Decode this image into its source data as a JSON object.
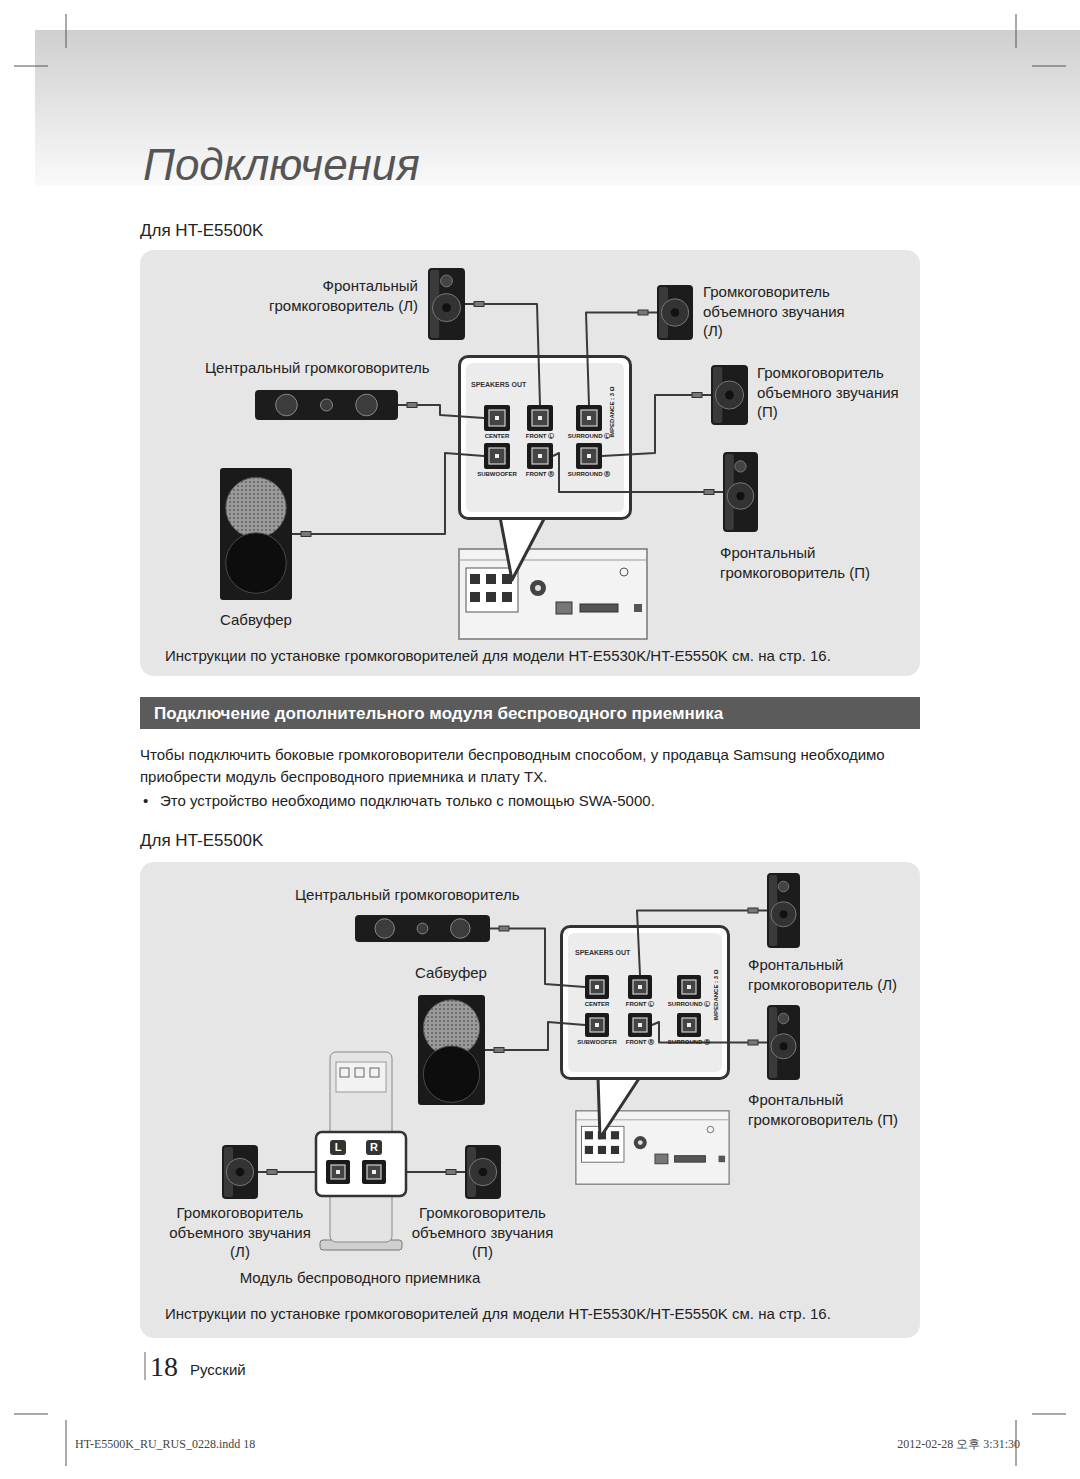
{
  "diagram": {
    "title": "Подключения",
    "nodes": [
      {
        "text": [
          "Фронтальный громкоговоритель (Л)"
        ]
      },
      {
        "text": [
          "Центральный громкоговоритель"
        ]
      },
      {
        "text": [
          "Сабвуфер"
        ]
      },
      {
        "text": [
          "Громкоговоритель объемного звучания (Л)"
        ]
      },
      {
        "text": [
          "Громкоговоритель объемного звучания (П)"
        ]
      },
      {
        "text": [
          "Фронтальный громкоговоритель (П)"
        ]
      },
      {
        "text": [
          "SPEAKERS OUT"
        ]
      },
      {
        "text": [
          "CENTER"
        ],
        "in": 6
      },
      {
        "text": [
          "FRONT Ⓛ"
        ],
        "in": 6
      },
      {
        "text": [
          "SURROUND Ⓛ"
        ],
        "in": 6
      },
      {
        "text": [
          "SUBWOOFER"
        ],
        "in": 6
      },
      {
        "text": [
          "FRONT Ⓡ"
        ],
        "in": 6
      },
      {
        "text": [
          "SURROUND Ⓡ"
        ],
        "in": 6
      },
      {
        "text": [
          "Подключение дополнительного модуля беспроводного приемника"
        ]
      },
      {
        "text": [
          "Центральный громкоговоритель"
        ]
      },
      {
        "text": [
          "Сабвуфер"
        ]
      },
      {
        "text": [
          "Фронтальный громкоговоритель (Л)"
        ]
      },
      {
        "text": [
          "Фронтальный громкоговоритель (П)"
        ]
      },
      {
        "text": [
          "SPEAKERS OUT"
        ]
      },
      {
        "text": [
          "CENTER"
        ],
        "in": 18
      },
      {
        "text": [
          "FRONT Ⓛ"
        ],
        "in": 18
      },
      {
        "text": [
          "SURROUND Ⓛ"
        ],
        "in": 18
      },
      {
        "text": [
          "SUBWOOFER"
        ],
        "in": 18
      },
      {
        "text": [
          "FRONT Ⓡ"
        ],
        "in": 18
      },
      {
        "text": [
          "SURROUND Ⓡ"
        ],
        "in": 18
      },
      {
        "text": [
          "Модуль беспроводного приемника"
        ]
      },
      {
        "text": [
          "L"
        ],
        "in": 25
      },
      {
        "text": [
          "R"
        ],
        "in": 25
      },
      {
        "text": [
          "Громкоговоритель объемного звучания (Л)"
        ]
      },
      {
        "text": [
          "Громкоговоритель объемного звучания (П)"
        ]
      }
    ],
    "edges": [
      {
        "from": 0,
        "to": 8,
        "arrow": "none"
      },
      {
        "from": 1,
        "to": 7,
        "arrow": "none"
      },
      {
        "from": 2,
        "to": 10,
        "arrow": "none"
      },
      {
        "from": 3,
        "to": 9,
        "arrow": "none"
      },
      {
        "from": 4,
        "to": 12,
        "arrow": "none"
      },
      {
        "from": 5,
        "to": 11,
        "arrow": "none"
      },
      {
        "from": 14,
        "to": 19,
        "arrow": "none"
      },
      {
        "from": 15,
        "to": 22,
        "arrow": "none"
      },
      {
        "from": 16,
        "to": 20,
        "arrow": "none"
      },
      {
        "from": 17,
        "to": 23,
        "arrow": "none"
      },
      {
        "from": 28,
        "to": 26,
        "arrow": "none"
      },
      {
        "from": 29,
        "to": 27,
        "arrow": "none"
      }
    ],
    "labels": [
      "Для HT-E5500K",
      "IMPEDANCE : 3 Ω",
      "Инструкции по установке громкоговорителей для модели HT-E5530K/HT-E5550K см. на стр. 16.",
      "Чтобы подключить боковые громкоговорители беспроводным способом, у продавца Samsung необходимо приобрести модуль беспроводного приемника и плату TX.",
      "•",
      "Это устройство необходимо подключать только с помощью SWA-5000.",
      "Для HT-E5500K",
      "IMPEDANCE : 3 Ω",
      "Инструкции по установке громкоговорителей для модели HT-E5530K/HT-E5550K см. на стр. 16.",
      "18",
      "Русский",
      "HT-E5500K_RU_RUS_0228.indd 18",
      "2012-02-28 오후 3:31:30"
    ]
  }
}
